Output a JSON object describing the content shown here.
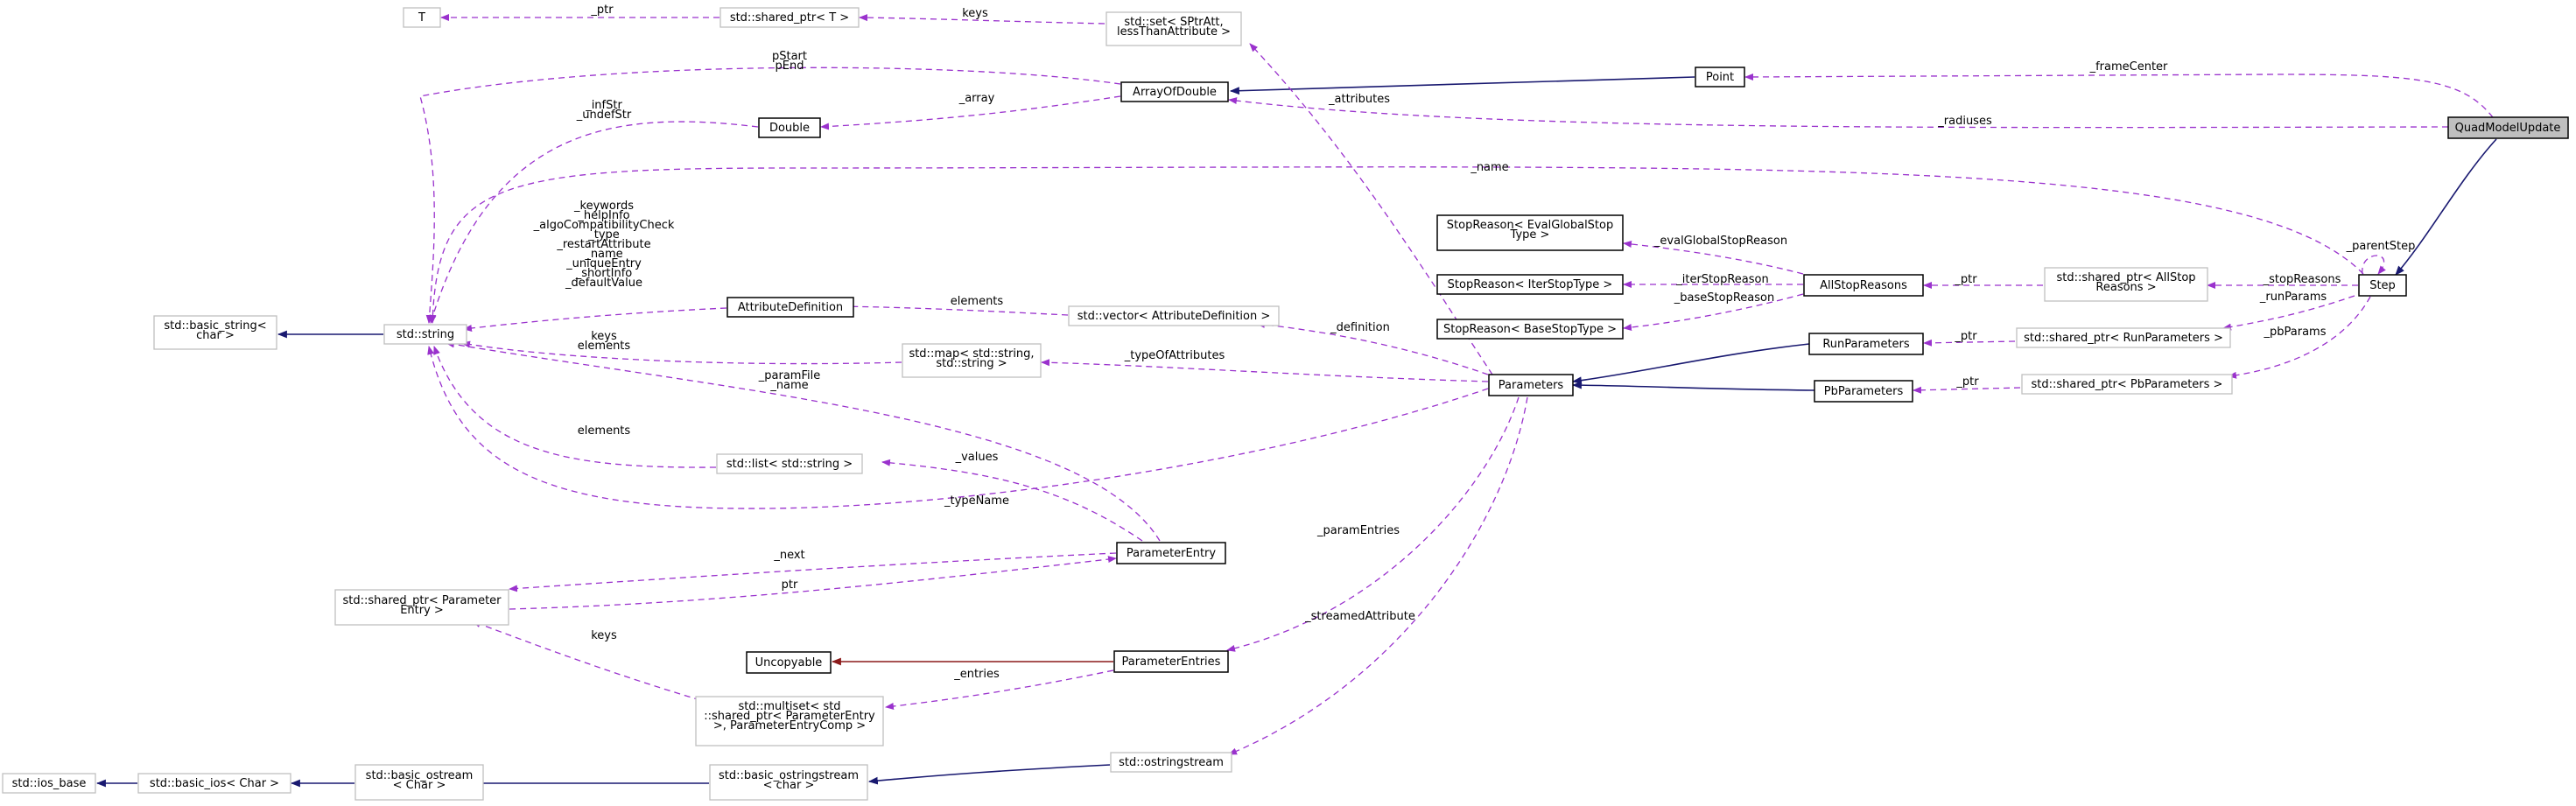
{
  "colors": {
    "dependency": "#9a32cd",
    "inheritance": "#191970",
    "private_inheritance": "#8b1a1a",
    "selected_fill": "#bfbfbf",
    "gray_border": "#bfbfbf"
  },
  "nodes": {
    "T": [
      "T"
    ],
    "shared_ptr_T": [
      "std::shared_ptr< T >"
    ],
    "set_sptratt": [
      "std::set< SPtrAtt,",
      "lessThanAttribute >"
    ],
    "ArrayOfDouble": [
      "ArrayOfDouble"
    ],
    "Point": [
      "Point"
    ],
    "QuadModelUpdate": [
      "QuadModelUpdate"
    ],
    "Double": [
      "Double"
    ],
    "basic_string_char": [
      "std::basic_string<",
      "char >"
    ],
    "std_string": [
      "std::string"
    ],
    "AttributeDefinition": [
      "AttributeDefinition"
    ],
    "vector_attrdef": [
      "std::vector< AttributeDefinition >"
    ],
    "map_string": [
      "std::map< std::string,",
      "std::string >"
    ],
    "list_string": [
      "std::list< std::string >"
    ],
    "SR_EvalGlobal": [
      "StopReason< EvalGlobalStop",
      "Type >"
    ],
    "SR_IterStop": [
      "StopReason< IterStopType >"
    ],
    "SR_BaseStop": [
      "StopReason< BaseStopType >"
    ],
    "AllStopReasons": [
      "AllStopReasons"
    ],
    "shared_ptr_AllStop": [
      "std::shared_ptr< AllStop",
      "Reasons >"
    ],
    "Step": [
      "Step"
    ],
    "RunParameters": [
      "RunParameters"
    ],
    "shared_ptr_RunParams": [
      "std::shared_ptr< RunParameters >"
    ],
    "Parameters": [
      "Parameters"
    ],
    "PbParameters": [
      "PbParameters"
    ],
    "shared_ptr_PbParams": [
      "std::shared_ptr< PbParameters >"
    ],
    "ParameterEntry": [
      "ParameterEntry"
    ],
    "shared_ptr_ParamEntry": [
      "std::shared_ptr< Parameter",
      "Entry >"
    ],
    "Uncopyable": [
      "Uncopyable"
    ],
    "ParameterEntries": [
      "ParameterEntries"
    ],
    "multiset": [
      "std::multiset< std",
      "::shared_ptr< ParameterEntry",
      ">, ParameterEntryComp >"
    ],
    "ios_base": [
      "std::ios_base"
    ],
    "basic_ios": [
      "std::basic_ios< Char >"
    ],
    "basic_ostream": [
      "std::basic_ostream",
      "< Char >"
    ],
    "basic_ostringstream": [
      "std::basic_ostringstream",
      "< char >"
    ],
    "ostringstream": [
      "std::ostringstream"
    ]
  },
  "labels": {
    "ptr_T": [
      "_ptr"
    ],
    "keys_set": [
      "keys"
    ],
    "pstart": [
      "pStart",
      "pEnd"
    ],
    "array": [
      "_array"
    ],
    "attributes": [
      "_attributes"
    ],
    "frameCenter": [
      "_frameCenter"
    ],
    "radiuses": [
      "_radiuses"
    ],
    "infStr": [
      "_infStr",
      "_undefStr"
    ],
    "name_step": [
      "_name"
    ],
    "attr_strings": [
      "_keywords",
      "_helpInfo",
      "_algoCompatibilityCheck",
      "_type",
      "_restartAttribute",
      "_name",
      "_uniqueEntry",
      "_shortInfo",
      "_defaultValue"
    ],
    "elements_vec": [
      "elements"
    ],
    "keys_map": [
      "keys",
      "elements"
    ],
    "definition": [
      "_definition"
    ],
    "typeOfAttributes": [
      "_typeOfAttributes"
    ],
    "evalGlobal": [
      "_evalGlobalStopReason"
    ],
    "iterStop": [
      "_iterStopReason"
    ],
    "baseStop": [
      "_baseStopReason"
    ],
    "ptr_allstop": [
      "_ptr"
    ],
    "stopReasons": [
      "_stopReasons"
    ],
    "parentStep": [
      "_parentStep"
    ],
    "runParams": [
      "_runParams"
    ],
    "pbParams": [
      "_pbParams"
    ],
    "ptr_run": [
      "_ptr"
    ],
    "ptr_pb": [
      "_ptr"
    ],
    "paramFile": [
      "_paramFile",
      "_name"
    ],
    "elements_list": [
      "elements"
    ],
    "values": [
      "_values"
    ],
    "typeName": [
      "_typeName"
    ],
    "next": [
      "_next"
    ],
    "ptr_pe": [
      "ptr"
    ],
    "paramEntries": [
      "_paramEntries"
    ],
    "keys_multiset": [
      "keys"
    ],
    "entries": [
      "_entries"
    ],
    "streamed": [
      "_streamedAttribute"
    ]
  }
}
